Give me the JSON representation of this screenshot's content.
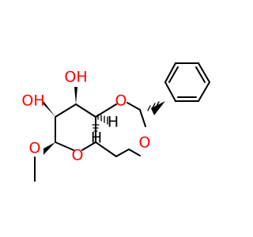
{
  "labels": {
    "hydroxyl_top": "OH",
    "hydroxyl_left": "OH",
    "ring_oxygen_upper": "O",
    "ring_oxygen_lower": "O",
    "pyranose_oxygen": "O",
    "methoxy_oxygen": "O",
    "hydrogen_upper": "H",
    "hydrogen_lower": "H"
  },
  "colors": {
    "bond": "#000000",
    "oxygen": "#ff0000",
    "hydrogen": "#000000"
  }
}
